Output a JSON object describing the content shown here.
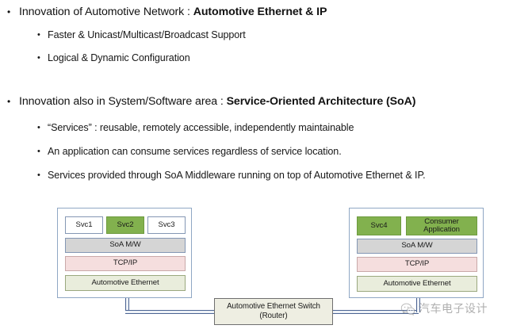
{
  "slide": {
    "bullets": [
      {
        "level": 1,
        "marker": "•",
        "text_plain": "Innovation of Automotive Network : ",
        "text_bold": "Automotive Ethernet & IP"
      },
      {
        "level": 2,
        "marker": "•",
        "text_plain": "Faster & Unicast/Multicast/Broadcast Support",
        "text_bold": ""
      },
      {
        "level": 2,
        "marker": "•",
        "text_plain": "Logical & Dynamic Configuration",
        "text_bold": ""
      },
      {
        "level": 1,
        "marker": "•",
        "text_plain": "Innovation also in System/Software area : ",
        "text_bold": "Service-Oriented Architecture (SoA)"
      },
      {
        "level": 2,
        "marker": "•",
        "text_plain": "“Services” : reusable, remotely accessible, independently maintainable",
        "text_bold": ""
      },
      {
        "level": 2,
        "marker": "•",
        "text_plain": "An application can consume services regardless of service location.",
        "text_bold": ""
      },
      {
        "level": 2,
        "marker": "•",
        "text_plain": "Services provided through SoA Middleware running on top of Automotive Ethernet & IP.",
        "text_bold": ""
      }
    ]
  },
  "diagram": {
    "left_ecu": {
      "services": [
        {
          "label": "Svc1",
          "highlighted": false
        },
        {
          "label": "Svc2",
          "highlighted": true
        },
        {
          "label": "Svc3",
          "highlighted": false
        }
      ],
      "layers": [
        {
          "label": "SoA M/W",
          "kind": "middleware"
        },
        {
          "label": "TCP/IP",
          "kind": "transport"
        },
        {
          "label": "Automotive Ethernet",
          "kind": "link"
        }
      ]
    },
    "right_ecu": {
      "services": [
        {
          "label": "Svc4",
          "highlighted": true
        }
      ],
      "application": {
        "line1": "Consumer",
        "line2": "Application",
        "highlighted": true
      },
      "layers": [
        {
          "label": "SoA M/W",
          "kind": "middleware"
        },
        {
          "label": "TCP/IP",
          "kind": "transport"
        },
        {
          "label": "Automotive Ethernet",
          "kind": "link"
        }
      ]
    },
    "switch": {
      "line1": "Automotive Ethernet Switch",
      "line2": "(Router)"
    }
  },
  "watermark": {
    "icon": "wechat-icon",
    "text": "汽车电子设计"
  },
  "colors": {
    "highlight_green": "#82b14e",
    "middleware_gray": "#d5d5d5",
    "transport_pink": "#f5dede",
    "link_green": "#e9eddc",
    "box_border_blue": "#8fa7c4",
    "connector_blue": "#4b6392",
    "switch_fill": "#eeeee2"
  }
}
